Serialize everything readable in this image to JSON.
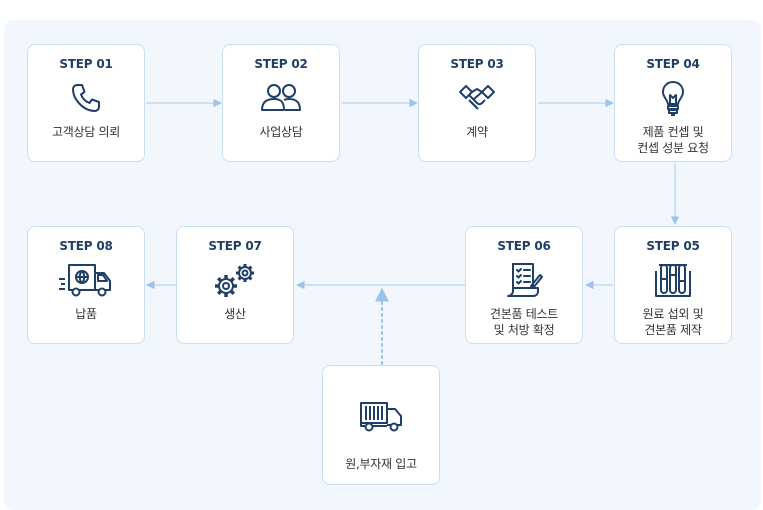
{
  "steps": [
    {
      "id": "step-01",
      "step": "STEP 01",
      "text": "고객상담 의뢰",
      "icon": "phone-icon"
    },
    {
      "id": "step-02",
      "step": "STEP 02",
      "text": "사업상담",
      "icon": "people-icon"
    },
    {
      "id": "step-03",
      "step": "STEP 03",
      "text": "계약",
      "icon": "handshake-icon"
    },
    {
      "id": "step-04",
      "step": "STEP 04",
      "text": "제품 컨셉 및\n컨셉 성분 요청",
      "icon": "lightbulb-icon"
    },
    {
      "id": "step-05",
      "step": "STEP 05",
      "text": "원료 섭외 및\n견본품 제작",
      "icon": "test-tubes-icon"
    },
    {
      "id": "step-06",
      "step": "STEP 06",
      "text": "견본품 테스트\n및 처방 확정",
      "icon": "checklist-icon"
    },
    {
      "id": "step-07",
      "step": "STEP 07",
      "text": "생산",
      "icon": "gears-icon"
    },
    {
      "id": "step-08",
      "step": "STEP 08",
      "text": "납품",
      "icon": "delivery-truck-icon"
    }
  ],
  "material": {
    "text": "원,부자재 입고",
    "icon": "cargo-truck-icon"
  },
  "colors": {
    "accent": "#1f3f66",
    "border": "#c9dff4",
    "connector": "#b6d3ef",
    "panel": "#f2f6fd"
  }
}
